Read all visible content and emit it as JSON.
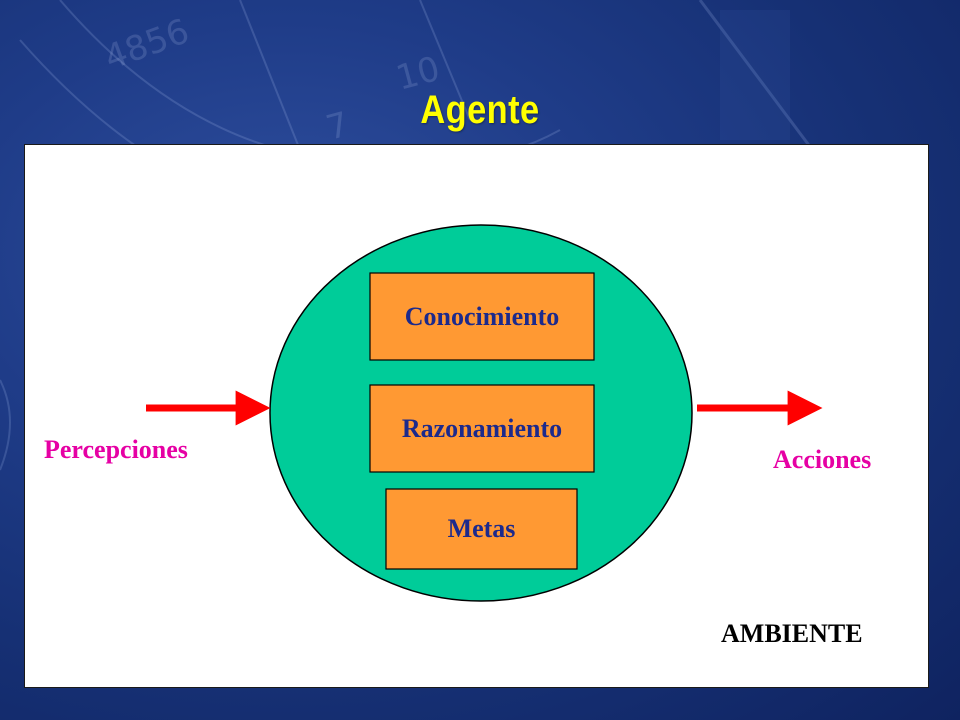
{
  "slide": {
    "title": "Agente"
  },
  "diagram": {
    "agent_components": [
      {
        "label": "Conocimiento"
      },
      {
        "label": "Razonamiento"
      },
      {
        "label": "Metas"
      }
    ],
    "input_label": "Percepciones",
    "output_label": "Acciones",
    "environment_label": "AMBIENTE",
    "colors": {
      "agent_circle": "#00cc99",
      "component_box": "#ff9933",
      "component_text": "#1c2a8c",
      "arrow": "#ff0000",
      "io_text": "#e600a4",
      "environment_text": "#000000",
      "title": "#ffff00"
    }
  }
}
